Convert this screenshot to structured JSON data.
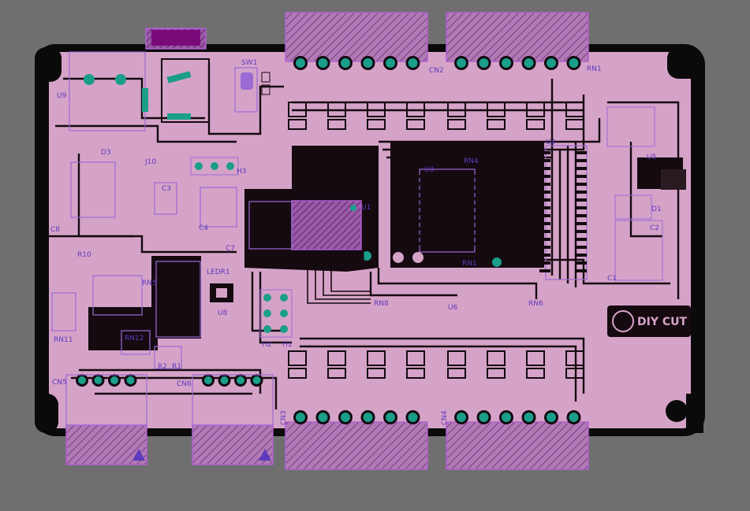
{
  "colors": {
    "background": "#6f6f6f",
    "board_edge": "#0a0a0a",
    "copper": "#d6a3c8",
    "trace_gap": "#1a1014",
    "silkscreen": "#9b6bd6",
    "pad": "#1a9e8a",
    "keepout": "#7a2a8a",
    "connector_fill": "#8a4a96"
  },
  "refdes": {
    "u9": "U9",
    "d3": "D3",
    "sw1": "SW1",
    "j10": "J10",
    "c3": "C3",
    "c4": "C4",
    "c7": "C7",
    "c8": "C8",
    "h3": "H3",
    "cn2": "CN2",
    "rn1_top": "RN1",
    "rn4": "RN4",
    "u3": "U3",
    "rn1": "RN1",
    "u1": "U1",
    "u4": "U4",
    "d1": "D1",
    "c1": "C1",
    "c2": "C2",
    "u5": "U5",
    "r10": "R10",
    "ledr1": "LEDR1",
    "rn5": "RN5",
    "u8": "U8",
    "h2": "H2",
    "h1": "H1",
    "rn8": "RN8",
    "u6": "U6",
    "rn6": "RN6",
    "rn12": "RN12",
    "rn11": "RN11",
    "r2": "R2",
    "r1": "R1",
    "cn5": "CN5",
    "cn6": "CN6",
    "cn3": "CN3",
    "cn4": "CN4"
  },
  "logo_text": "DIY CUT"
}
